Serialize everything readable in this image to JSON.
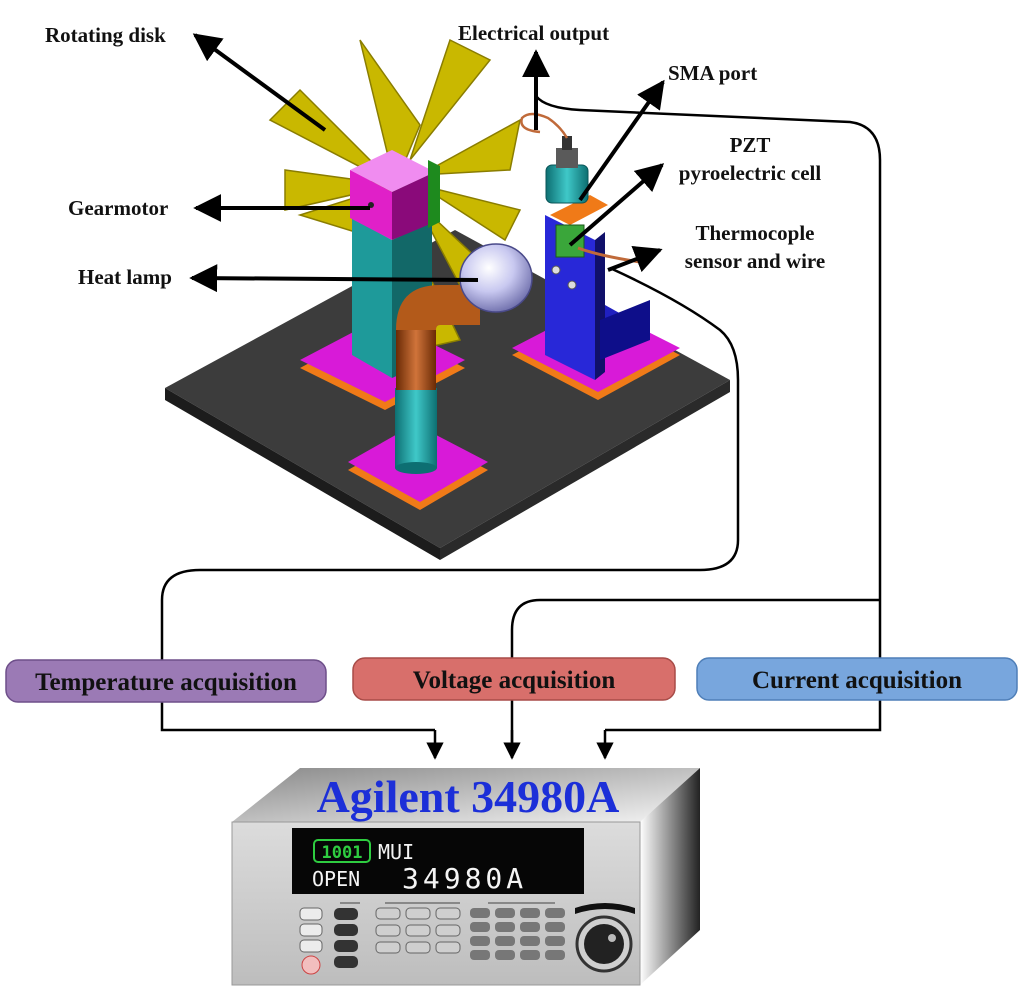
{
  "labels": {
    "rotating_disk": "Rotating disk",
    "electrical_output": "Electrical output",
    "sma_port": "SMA port",
    "pzt_line1": "PZT",
    "pzt_line2": "pyroelectric cell",
    "gearmotor": "Gearmotor",
    "thermocouple_line1": "Thermocople",
    "thermocouple_line2": "sensor and wire",
    "heat_lamp": "Heat lamp"
  },
  "acquisition": {
    "temperature": "Temperature acquisition",
    "voltage": "Voltage acquisition",
    "current": "Current acquisition"
  },
  "instrument": {
    "brand": "Agilent 34980A",
    "display_badge": "1001",
    "display_mode": "MUI",
    "display_status": "OPEN",
    "display_model": "34980A"
  },
  "colors": {
    "disk": "#c9b800",
    "gearmotor": "#e020c8",
    "column": "#20a8a8",
    "base_plate": "#3c3c3c",
    "pad_magenta": "#d81ad8",
    "pad_orange": "#f07a18",
    "pipe": "#b35a1a",
    "lamp": "#c8c8f0",
    "holder": "#2020c0",
    "temperature_box": "#9b7ab5",
    "voltage_box": "#d86f6b",
    "current_box": "#78a6dd",
    "brand_text": "#1c2fd8"
  }
}
